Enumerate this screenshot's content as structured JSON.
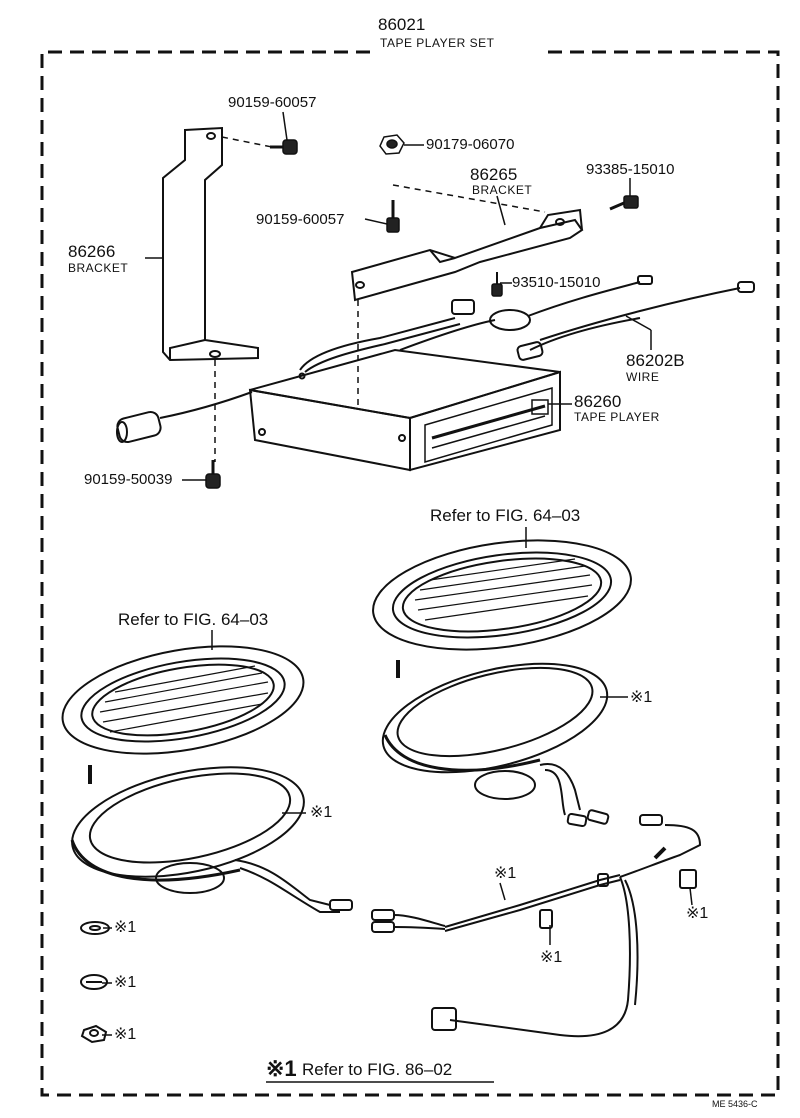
{
  "title": {
    "part_number": "86021",
    "name": "TAPE PLAYER SET"
  },
  "parts": [
    {
      "id": "90159-60057",
      "label": "90159-60057"
    },
    {
      "id": "90179-06070",
      "label": "90179-06070"
    },
    {
      "id": "86265",
      "label": "86265",
      "name": "BRACKET"
    },
    {
      "id": "93385-15010",
      "label": "93385-15010"
    },
    {
      "id": "90159-60057b",
      "label": "90159-60057"
    },
    {
      "id": "86266",
      "label": "86266",
      "name": "BRACKET"
    },
    {
      "id": "93510-15010",
      "label": "93510-15010"
    },
    {
      "id": "86202B",
      "label": "86202B",
      "name": "WIRE"
    },
    {
      "id": "86260",
      "label": "86260",
      "name": "TAPE PLAYER"
    },
    {
      "id": "90159-50039",
      "label": "90159-50039"
    }
  ],
  "references": {
    "upper": "Refer to FIG. 64–03",
    "lower": "Refer to FIG. 64–03"
  },
  "markers": {
    "star": "※1"
  },
  "footnote": {
    "symbol": "※1",
    "text": "Refer to FIG. 86–02"
  },
  "code": "ME 5436-C"
}
